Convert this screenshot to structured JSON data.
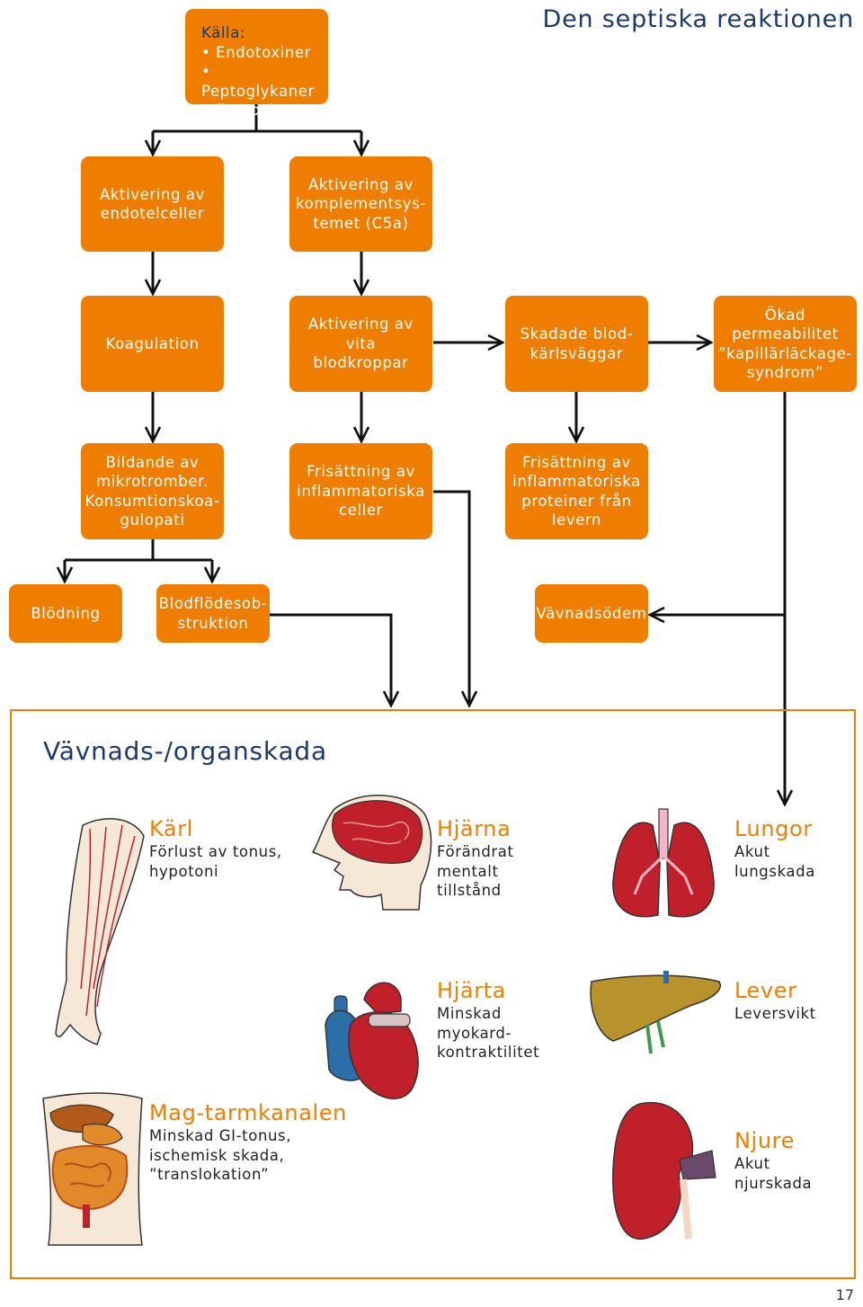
{
  "page": {
    "title": "Den septiska reaktionen",
    "page_number": "17"
  },
  "flow": {
    "source": {
      "heading": "Källa:",
      "items": [
        "• Endotoxiner",
        "• Peptoglykaner",
        "• Exotoxiner"
      ]
    },
    "endothelial": [
      "Aktivering av",
      "endotelceller"
    ],
    "complement": [
      "Aktivering av",
      "komplementsys-",
      "temet (C5a)"
    ],
    "coagulation": [
      "Koagulation"
    ],
    "white_cells": [
      "Aktivering av vita",
      "blodkroppar"
    ],
    "vessel_walls": [
      "Skadade blod-",
      "kärlsväggar"
    ],
    "permeability": [
      "Ökad",
      "permeabilitet",
      "”kapillärläckage-",
      "syndrom”"
    ],
    "microthrombi": [
      "Bildande av",
      "mikrotromber.",
      "Konsumtionskoa-",
      "gulopati"
    ],
    "inflam_cells": [
      "Frisättning av",
      "inflammatoriska",
      "celler"
    ],
    "inflam_proteins": [
      "Frisättning av",
      "inflammatoriska",
      "proteiner från",
      "levern"
    ],
    "bleeding": [
      "Blödning"
    ],
    "flow_obstruction": [
      "Blodflödesob-",
      "struktion"
    ],
    "edema": [
      "Vävnadsödem"
    ]
  },
  "damage": {
    "title": "Vävnads-/organskada",
    "organs": [
      {
        "name": "Kärl",
        "desc": [
          "Förlust av tonus,",
          "hypotoni"
        ]
      },
      {
        "name": "Hjärna",
        "desc": [
          "Förändrat",
          "mentalt",
          "tillstånd"
        ]
      },
      {
        "name": "Lungor",
        "desc": [
          "Akut",
          "lungskada"
        ]
      },
      {
        "name": "Hjärta",
        "desc": [
          "Minskad",
          "myokard-",
          "kontraktilitet"
        ]
      },
      {
        "name": "Lever",
        "desc": [
          "Leversvikt"
        ]
      },
      {
        "name": "Mag-tarmkanalen",
        "desc": [
          "Minskad GI-tonus,",
          "ischemisk skada,",
          "”translokation”"
        ]
      },
      {
        "name": "Njure",
        "desc": [
          "Akut",
          "njurskada"
        ]
      }
    ]
  },
  "colors": {
    "box": "#ef7d00",
    "heading": "#1a3a6b",
    "line": "#111111"
  },
  "icons": [
    "arm-vessels-icon",
    "brain-icon",
    "lungs-icon",
    "heart-icon",
    "liver-icon",
    "intestines-icon",
    "kidney-icon"
  ]
}
